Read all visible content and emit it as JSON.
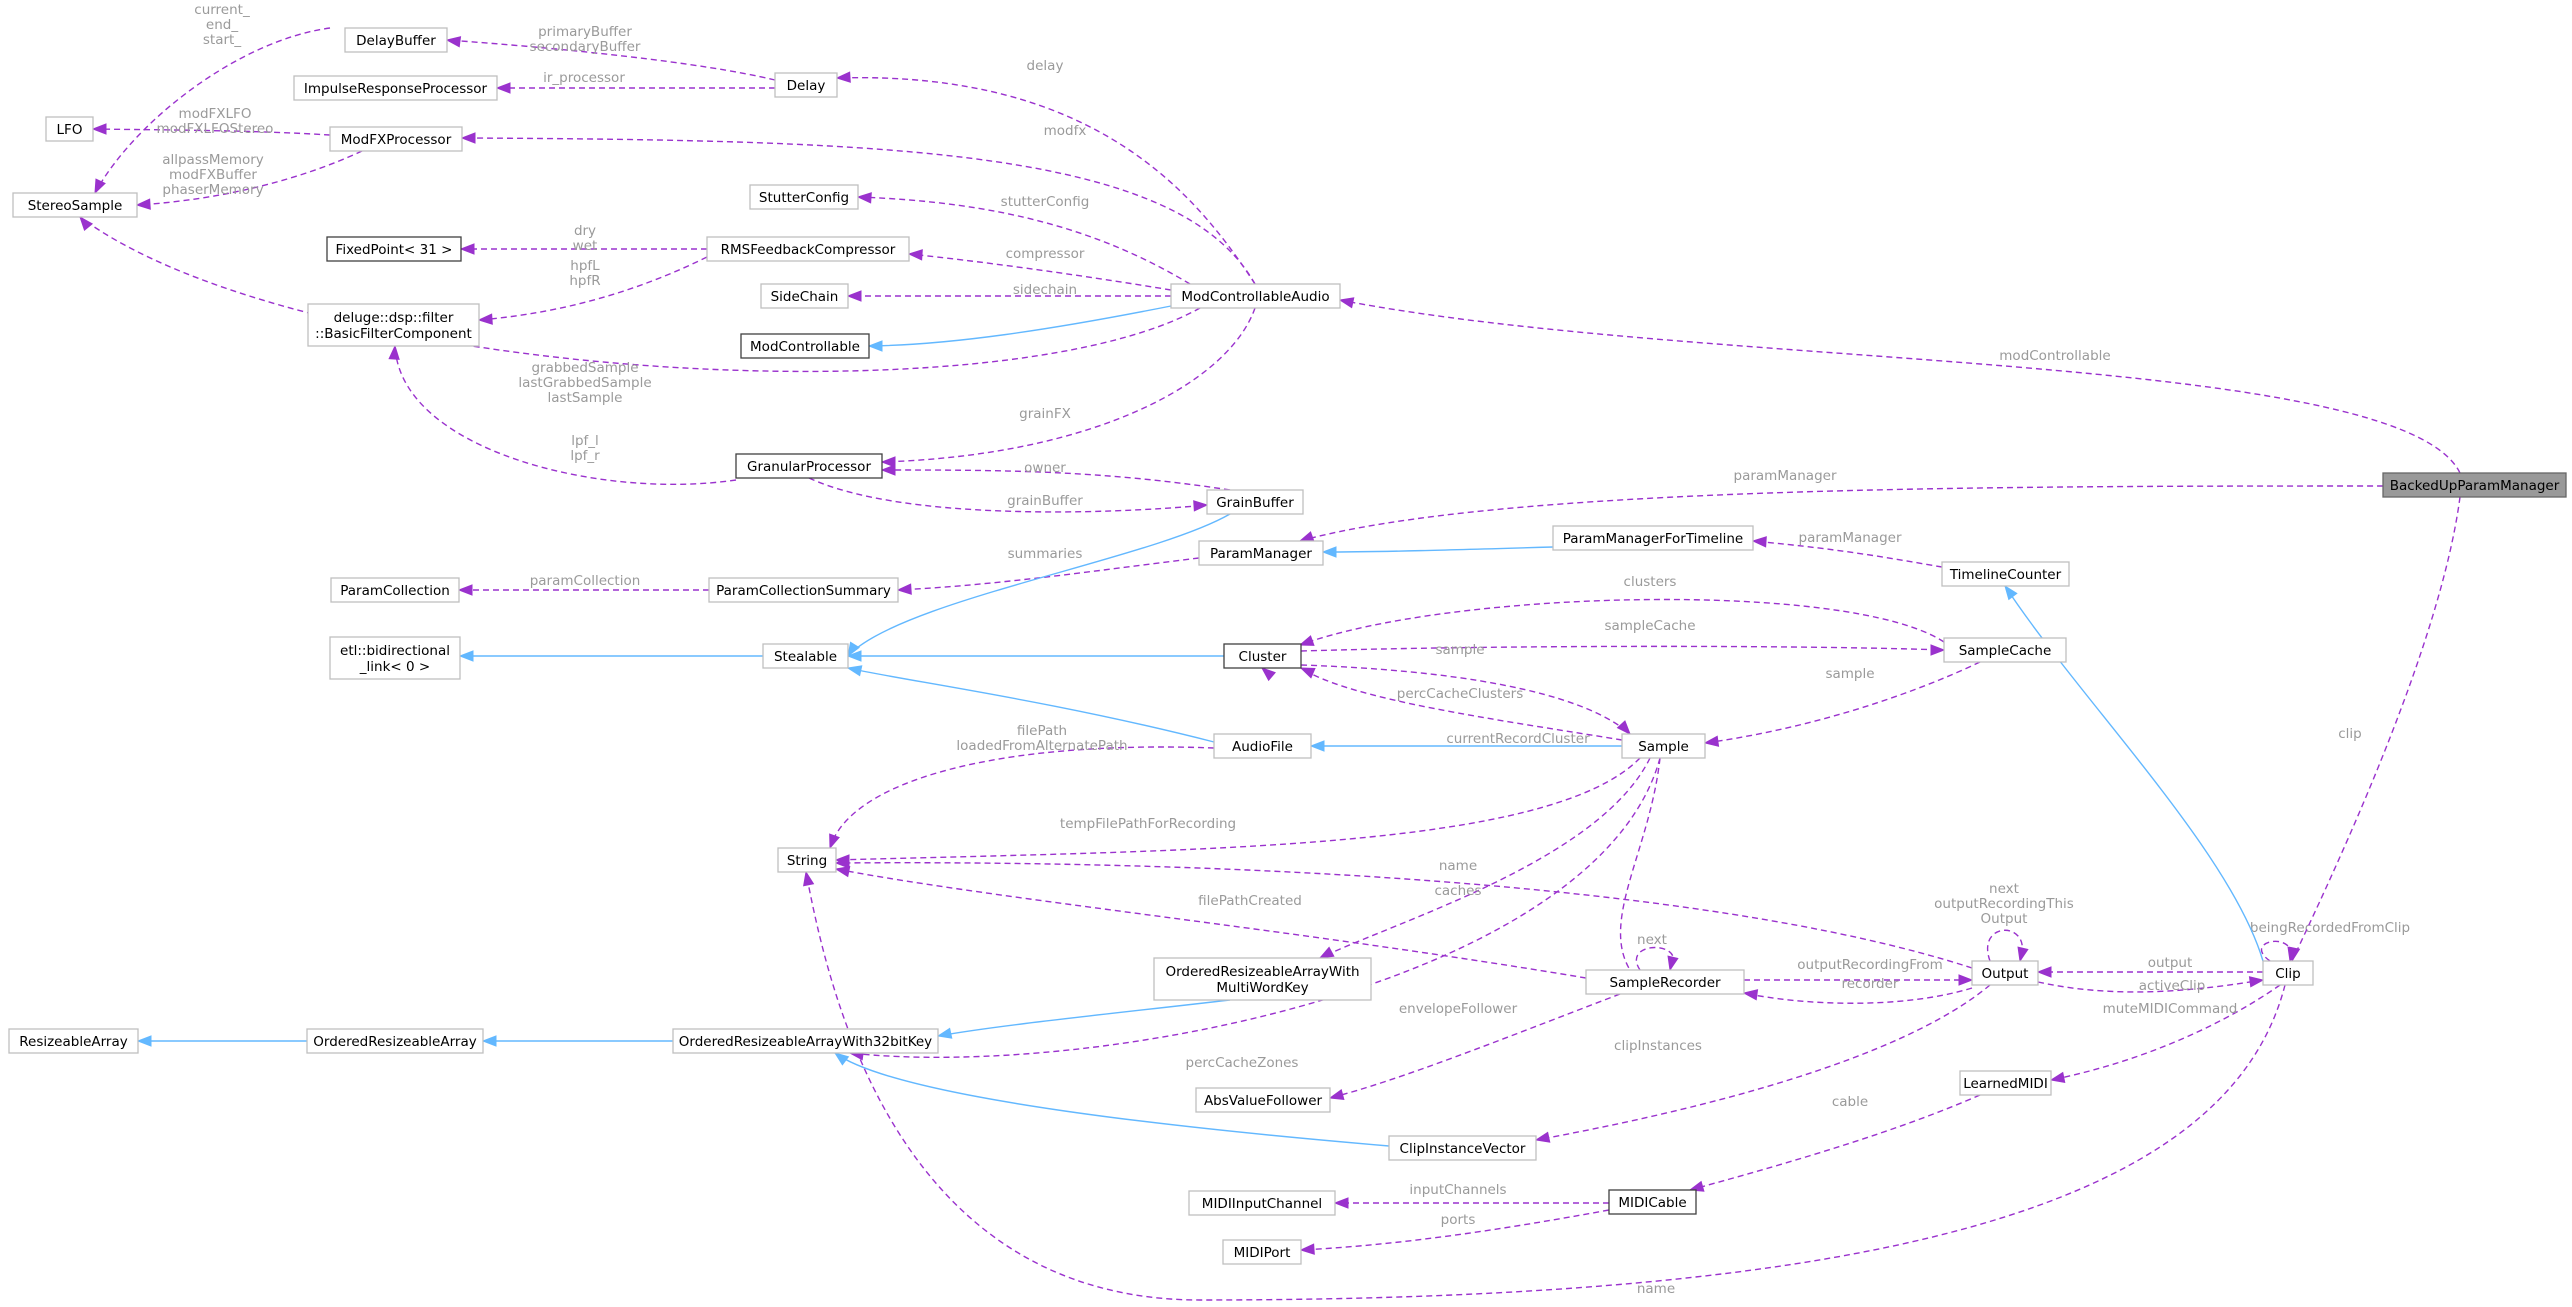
{
  "nodes": [
    {
      "id": "DelayBuffer",
      "label": [
        "DelayBuffer"
      ]
    },
    {
      "id": "ImpulseResponseProcessor",
      "label": [
        "ImpulseResponseProcessor"
      ]
    },
    {
      "id": "Delay",
      "label": [
        "Delay"
      ]
    },
    {
      "id": "LFO",
      "label": [
        "LFO"
      ]
    },
    {
      "id": "ModFXProcessor",
      "label": [
        "ModFXProcessor"
      ]
    },
    {
      "id": "StereoSample",
      "label": [
        "StereoSample"
      ]
    },
    {
      "id": "StutterConfig",
      "label": [
        "StutterConfig"
      ]
    },
    {
      "id": "FixedPoint",
      "label": [
        "FixedPoint< 31 >"
      ]
    },
    {
      "id": "RMSFeedbackCompressor",
      "label": [
        "RMSFeedbackCompressor"
      ]
    },
    {
      "id": "BasicFilterComponent",
      "label": [
        "deluge::dsp::filter",
        "::BasicFilterComponent"
      ]
    },
    {
      "id": "SideChain",
      "label": [
        "SideChain"
      ]
    },
    {
      "id": "ModControllableAudio",
      "label": [
        "ModControllableAudio"
      ]
    },
    {
      "id": "ModControllable",
      "label": [
        "ModControllable"
      ]
    },
    {
      "id": "GranularProcessor",
      "label": [
        "GranularProcessor"
      ]
    },
    {
      "id": "GrainBuffer",
      "label": [
        "GrainBuffer"
      ]
    },
    {
      "id": "BackedUpParamManager",
      "label": [
        "BackedUpParamManager"
      ]
    },
    {
      "id": "ParamManager",
      "label": [
        "ParamManager"
      ]
    },
    {
      "id": "ParamManagerForTimeline",
      "label": [
        "ParamManagerForTimeline"
      ]
    },
    {
      "id": "TimelineCounter",
      "label": [
        "TimelineCounter"
      ]
    },
    {
      "id": "ParamCollection",
      "label": [
        "ParamCollection"
      ]
    },
    {
      "id": "ParamCollectionSummary",
      "label": [
        "ParamCollectionSummary"
      ]
    },
    {
      "id": "BidirLink",
      "label": [
        "etl::bidirectional",
        "_link< 0 >"
      ]
    },
    {
      "id": "Stealable",
      "label": [
        "Stealable"
      ]
    },
    {
      "id": "Cluster",
      "label": [
        "Cluster"
      ]
    },
    {
      "id": "SampleCache",
      "label": [
        "SampleCache"
      ]
    },
    {
      "id": "AudioFile",
      "label": [
        "AudioFile"
      ]
    },
    {
      "id": "Sample",
      "label": [
        "Sample"
      ]
    },
    {
      "id": "String",
      "label": [
        "String"
      ]
    },
    {
      "id": "OrderedResizeableArrayWithMultiWordKey",
      "label": [
        "OrderedResizeableArrayWith",
        "MultiWordKey"
      ]
    },
    {
      "id": "SampleRecorder",
      "label": [
        "SampleRecorder"
      ]
    },
    {
      "id": "Output",
      "label": [
        "Output"
      ]
    },
    {
      "id": "Clip",
      "label": [
        "Clip"
      ]
    },
    {
      "id": "ResizeableArray",
      "label": [
        "ResizeableArray"
      ]
    },
    {
      "id": "OrderedResizeableArray",
      "label": [
        "OrderedResizeableArray"
      ]
    },
    {
      "id": "OrderedResizeableArrayWith32bitKey",
      "label": [
        "OrderedResizeableArrayWith32bitKey"
      ]
    },
    {
      "id": "AbsValueFollower",
      "label": [
        "AbsValueFollower"
      ]
    },
    {
      "id": "LearnedMIDI",
      "label": [
        "LearnedMIDI"
      ]
    },
    {
      "id": "ClipInstanceVector",
      "label": [
        "ClipInstanceVector"
      ]
    },
    {
      "id": "MIDIInputChannel",
      "label": [
        "MIDIInputChannel"
      ]
    },
    {
      "id": "MIDICable",
      "label": [
        "MIDICable"
      ]
    },
    {
      "id": "MIDIPort",
      "label": [
        "MIDIPort"
      ]
    }
  ],
  "edges": [
    {
      "kind": "dep",
      "label": [
        "current_",
        "end_",
        "start_"
      ]
    },
    {
      "kind": "dep",
      "label": [
        "primaryBuffer",
        "secondaryBuffer"
      ]
    },
    {
      "kind": "dep",
      "label": [
        "ir_processor"
      ]
    },
    {
      "kind": "dep",
      "label": [
        "delay"
      ]
    },
    {
      "kind": "dep",
      "label": [
        "modFXLFO",
        "modFXLFOStereo"
      ]
    },
    {
      "kind": "dep",
      "label": [
        "allpassMemory",
        "modFXBuffer",
        "phaserMemory"
      ]
    },
    {
      "kind": "dep",
      "label": [
        "modfx"
      ]
    },
    {
      "kind": "dep",
      "label": [
        "stutterConfig"
      ]
    },
    {
      "kind": "dep",
      "label": [
        "dry",
        "wet"
      ]
    },
    {
      "kind": "dep",
      "label": [
        "hpfL",
        "hpfR"
      ]
    },
    {
      "kind": "dep",
      "label": [
        "compressor"
      ]
    },
    {
      "kind": "dep",
      "label": [
        "sidechain"
      ]
    },
    {
      "kind": "inh",
      "label": []
    },
    {
      "kind": "dep",
      "label": [
        "grabbedSample",
        "lastGrabbedSample",
        "lastSample"
      ]
    },
    {
      "kind": "dep",
      "label": [
        "lpf_l",
        "lpf_r"
      ]
    },
    {
      "kind": "dep",
      "label": [
        "grainFX"
      ]
    },
    {
      "kind": "dep",
      "label": [
        "modControllable"
      ]
    },
    {
      "kind": "dep",
      "label": [
        "owner"
      ]
    },
    {
      "kind": "dep",
      "label": [
        "grainBuffer"
      ]
    },
    {
      "kind": "dep",
      "label": [
        "paramManager"
      ]
    },
    {
      "kind": "inh",
      "label": []
    },
    {
      "kind": "dep",
      "label": [
        "paramManager"
      ]
    },
    {
      "kind": "dep",
      "label": [
        "summaries"
      ]
    },
    {
      "kind": "dep",
      "label": [
        "paramCollection"
      ]
    },
    {
      "kind": "inh",
      "label": []
    },
    {
      "kind": "inh",
      "label": []
    },
    {
      "kind": "inh",
      "label": []
    },
    {
      "kind": "dep",
      "label": [
        "clusters"
      ]
    },
    {
      "kind": "dep",
      "label": [
        "sampleCache"
      ]
    },
    {
      "kind": "dep",
      "label": [
        "sample"
      ]
    },
    {
      "kind": "dep",
      "label": [
        "percCacheClusters"
      ]
    },
    {
      "kind": "dep",
      "label": [
        "sample"
      ]
    },
    {
      "kind": "inh",
      "label": []
    },
    {
      "kind": "inh",
      "label": []
    },
    {
      "kind": "dep",
      "label": [
        "filePath",
        "loadedFromAlternatePath"
      ]
    },
    {
      "kind": "dep",
      "label": [
        "tempFilePathForRecording"
      ]
    },
    {
      "kind": "dep",
      "label": [
        "currentRecordCluster"
      ]
    },
    {
      "kind": "dep",
      "label": [
        "caches"
      ]
    },
    {
      "kind": "dep",
      "label": [
        "percCacheZones"
      ]
    },
    {
      "kind": "dep",
      "label": [
        "name"
      ]
    },
    {
      "kind": "dep",
      "label": [
        "filePathCreated"
      ]
    },
    {
      "kind": "dep",
      "label": [
        "next"
      ]
    },
    {
      "kind": "dep",
      "label": [
        "outputRecordingFrom"
      ]
    },
    {
      "kind": "dep",
      "label": [
        "recorder"
      ]
    },
    {
      "kind": "dep",
      "label": [
        "envelopeFollower"
      ]
    },
    {
      "kind": "dep",
      "label": [
        "next",
        "outputRecordingThis",
        "Output"
      ]
    },
    {
      "kind": "dep",
      "label": [
        "output"
      ]
    },
    {
      "kind": "dep",
      "label": [
        "activeClip"
      ]
    },
    {
      "kind": "dep",
      "label": [
        "beingRecordedFromClip"
      ]
    },
    {
      "kind": "dep",
      "label": [
        "clip"
      ]
    },
    {
      "kind": "inh",
      "label": []
    },
    {
      "kind": "dep",
      "label": [
        "muteMIDICommand"
      ]
    },
    {
      "kind": "dep",
      "label": [
        "clipInstances"
      ]
    },
    {
      "kind": "dep",
      "label": [
        "cable"
      ]
    },
    {
      "kind": "dep",
      "label": [
        "inputChannels"
      ]
    },
    {
      "kind": "dep",
      "label": [
        "ports"
      ]
    },
    {
      "kind": "dep",
      "label": [
        "name"
      ]
    },
    {
      "kind": "inh",
      "label": []
    },
    {
      "kind": "inh",
      "label": []
    },
    {
      "kind": "inh",
      "label": []
    },
    {
      "kind": "inh",
      "label": []
    }
  ]
}
